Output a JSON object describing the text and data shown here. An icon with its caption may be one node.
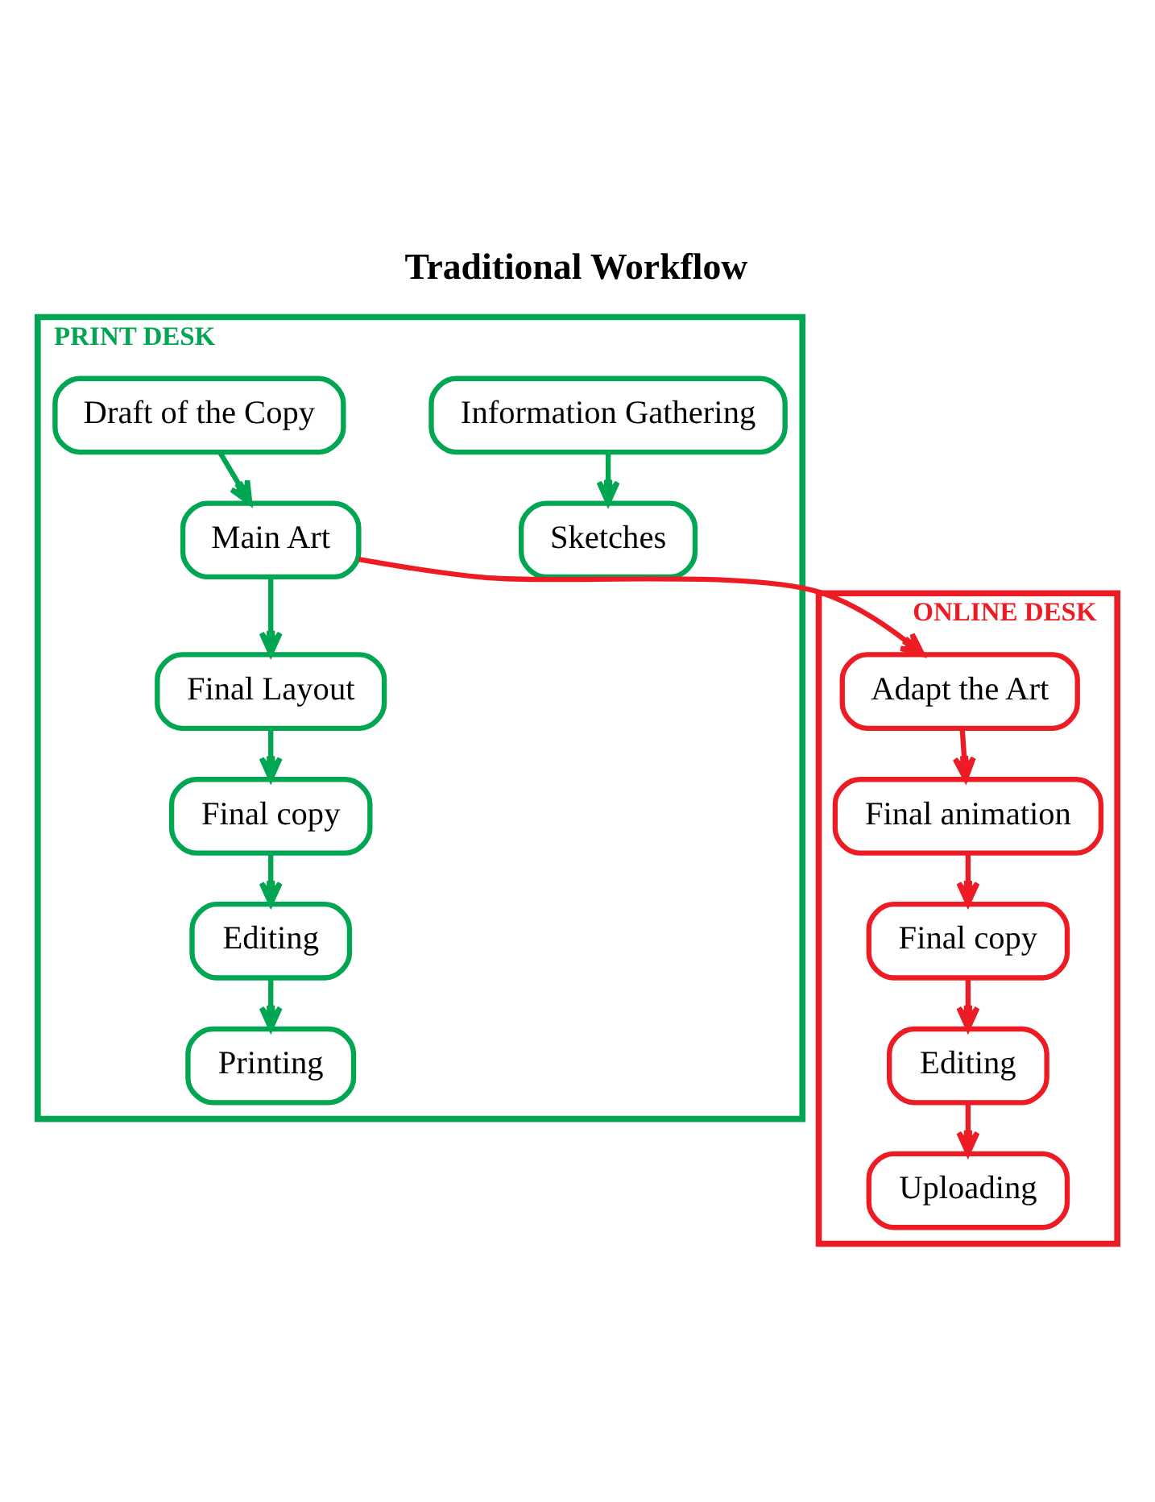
{
  "diagram": {
    "title": "Traditional Workflow",
    "nodes": [
      {
        "text": [
          "PRINT DESK"
        ]
      },
      {
        "text": [
          "ONLINE DESK"
        ]
      },
      {
        "text": [
          "Information Gathering"
        ],
        "in": 0
      },
      {
        "text": [
          "Sketches"
        ],
        "in": 0
      },
      {
        "text": [
          "Draft of the Copy"
        ],
        "in": 0
      },
      {
        "text": [
          "Main Art"
        ],
        "in": 0
      },
      {
        "text": [
          "Final Layout"
        ],
        "in": 0
      },
      {
        "text": [
          "Final copy"
        ],
        "in": 0
      },
      {
        "text": [
          "Editing"
        ],
        "in": 0
      },
      {
        "text": [
          "Printing"
        ],
        "in": 0
      },
      {
        "text": [
          "Adapt the Art"
        ],
        "in": 1
      },
      {
        "text": [
          "Final animation"
        ],
        "in": 1
      },
      {
        "text": [
          "Final copy"
        ],
        "in": 1
      },
      {
        "text": [
          "Editing"
        ],
        "in": 1
      },
      {
        "text": [
          "Uploading"
        ],
        "in": 1
      }
    ],
    "edges": [
      {
        "from": 2,
        "to": 3,
        "arrow": "to"
      },
      {
        "from": 4,
        "to": 5,
        "arrow": "to"
      },
      {
        "from": 5,
        "to": 6,
        "arrow": "to"
      },
      {
        "from": 5,
        "to": 10,
        "arrow": "to",
        "color": "#ed1c24"
      },
      {
        "from": 6,
        "to": 7,
        "arrow": "to"
      },
      {
        "from": 7,
        "to": 8,
        "arrow": "to"
      },
      {
        "from": 8,
        "to": 9,
        "arrow": "to"
      },
      {
        "from": 10,
        "to": 11,
        "arrow": "to",
        "color": "#ed1c24"
      },
      {
        "from": 11,
        "to": 12,
        "arrow": "to",
        "color": "#ed1c24"
      },
      {
        "from": 12,
        "to": 13,
        "arrow": "to",
        "color": "#ed1c24"
      },
      {
        "from": 13,
        "to": 14,
        "arrow": "to",
        "color": "#ed1c24"
      }
    ]
  }
}
